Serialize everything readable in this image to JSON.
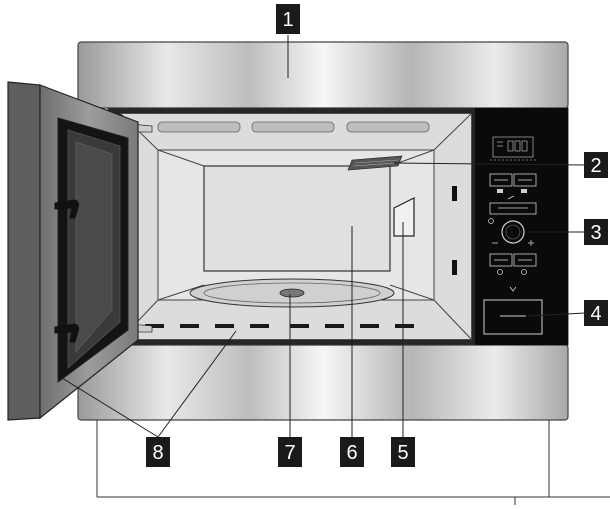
{
  "callouts": [
    {
      "id": "c1",
      "label": "1"
    },
    {
      "id": "c2",
      "label": "2"
    },
    {
      "id": "c3",
      "label": "3"
    },
    {
      "id": "c4",
      "label": "4"
    },
    {
      "id": "c5",
      "label": "5"
    },
    {
      "id": "c6",
      "label": "6"
    },
    {
      "id": "c7",
      "label": "7"
    },
    {
      "id": "c8",
      "label": "8"
    }
  ],
  "colors": {
    "callout_bg": "#1a1a1a",
    "panel_black": "#0a0a0a",
    "steel_light": "#f2f2f2",
    "steel_dark": "#8c8c8c"
  }
}
